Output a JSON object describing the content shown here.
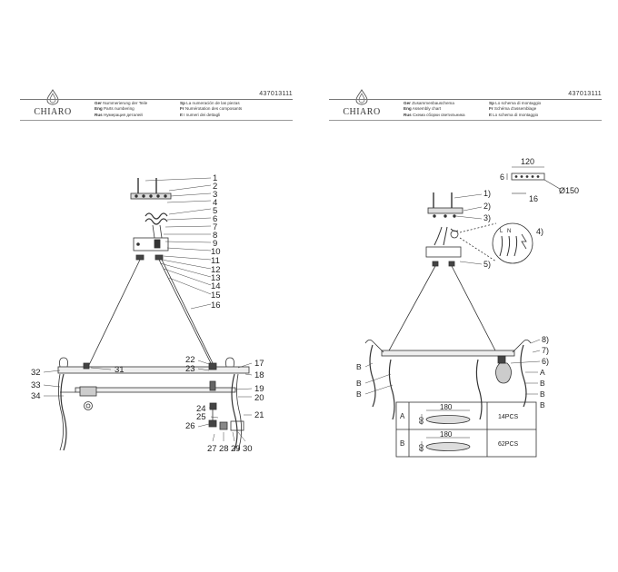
{
  "left_page": {
    "logo_text": "CHIARO",
    "product_code": "437013111",
    "languages_left": [
      {
        "code": "Ger",
        "text": "Nummerierung der Teile"
      },
      {
        "code": "Eng",
        "text": "Parts numbering"
      },
      {
        "code": "Rus",
        "text": "Нумерация деталей"
      }
    ],
    "languages_right": [
      {
        "code": "Sp",
        "text": "La numeración de las piezas"
      },
      {
        "code": "Fr",
        "text": "Numérotation des composants"
      },
      {
        "code": "It",
        "text": "I numeri dei dettagli"
      }
    ],
    "part_numbers": [
      "1",
      "2",
      "3",
      "4",
      "5",
      "6",
      "7",
      "8",
      "9",
      "10",
      "11",
      "12",
      "13",
      "14",
      "15",
      "16",
      "17",
      "18",
      "19",
      "20",
      "21",
      "22",
      "23",
      "24",
      "25",
      "26",
      "27",
      "28",
      "29",
      "30",
      "31",
      "32",
      "33",
      "34"
    ]
  },
  "right_page": {
    "logo_text": "CHIARO",
    "product_code": "437013111",
    "languages_left": [
      {
        "code": "Ger",
        "text": "Zusammenbauschema"
      },
      {
        "code": "Eng",
        "text": "Assembly chart"
      },
      {
        "code": "Rus",
        "text": "Схема сборки светильника"
      }
    ],
    "languages_right": [
      {
        "code": "Sp",
        "text": "Lo schema di montaggio"
      },
      {
        "code": "Fr",
        "text": "Schéma d'assemblage"
      },
      {
        "code": "It",
        "text": "Lo schema di montaggio"
      }
    ],
    "step_labels": [
      "1)",
      "2)",
      "3)",
      "4)",
      "5)",
      "6)",
      "7)",
      "8)"
    ],
    "letter_labels": [
      "B",
      "B",
      "B",
      "B",
      "B",
      "B",
      "A"
    ],
    "dimensions": {
      "width": "120",
      "height": "6",
      "depth": "16",
      "diameter": "Ø150"
    },
    "wire_labels": [
      "L",
      "N"
    ],
    "parts_table": [
      {
        "letter": "A",
        "width": "180",
        "height": "60",
        "qty": "14PCS"
      },
      {
        "letter": "B",
        "width": "180",
        "height": "60",
        "qty": "62PCS"
      }
    ]
  }
}
